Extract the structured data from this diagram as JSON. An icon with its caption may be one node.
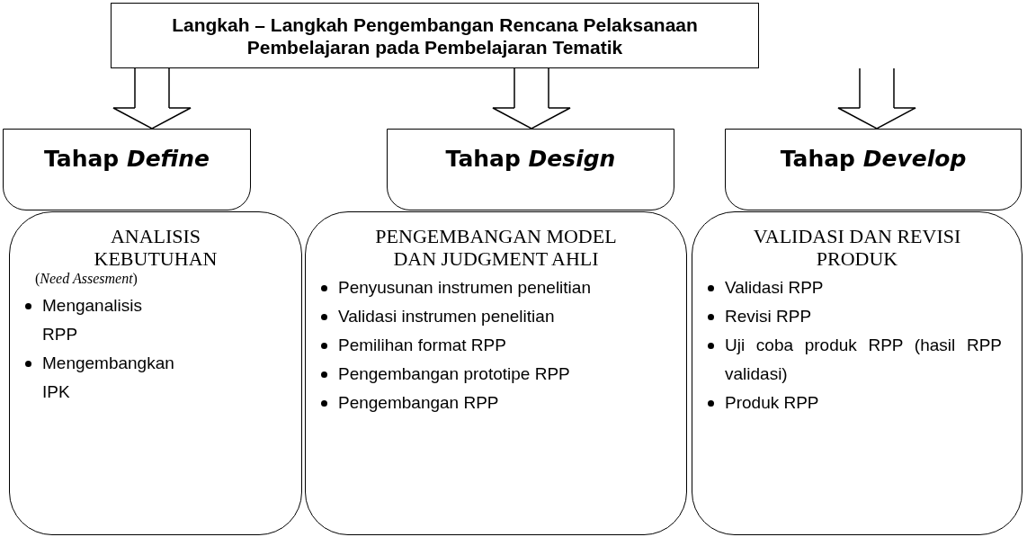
{
  "diagram": {
    "nodes": [
      {
        "text": [
          "Langkah – Langkah Pengembangan Rencana Pelaksanaan Pembelajaran pada Pembelajaran Tematik"
        ]
      },
      {
        "text": [
          "Tahap *Define*"
        ]
      },
      {
        "text": [
          "Tahap *Design*"
        ]
      },
      {
        "text": [
          "Tahap *Develop*"
        ]
      },
      {
        "text": [
          "ANALISIS KEBUTUHAN",
          "(*Need Assesment*)",
          "Menganalisis RPP",
          "Mengembangkan IPK"
        ]
      },
      {
        "text": [
          "PENGEMBANGAN MODEL DAN JUDGMENT AHLI",
          "Penyusunan instrumen penelitian",
          "Validasi instrumen penelitian",
          "Pemilihan format RPP",
          "Pengembangan prototipe RPP",
          "Pengembangan RPP"
        ]
      },
      {
        "text": [
          "VALIDASI DAN REVISI PRODUK",
          "Validasi RPP",
          "Revisi RPP",
          "Uji coba produk RPP (hasil RPP validasi)",
          "Produk RPP"
        ]
      }
    ],
    "edges": [
      {
        "from": 0,
        "to": 1,
        "arrow": "to"
      },
      {
        "from": 0,
        "to": 2,
        "arrow": "to"
      },
      {
        "from": null,
        "to": 3,
        "arrow": "to"
      }
    ]
  }
}
